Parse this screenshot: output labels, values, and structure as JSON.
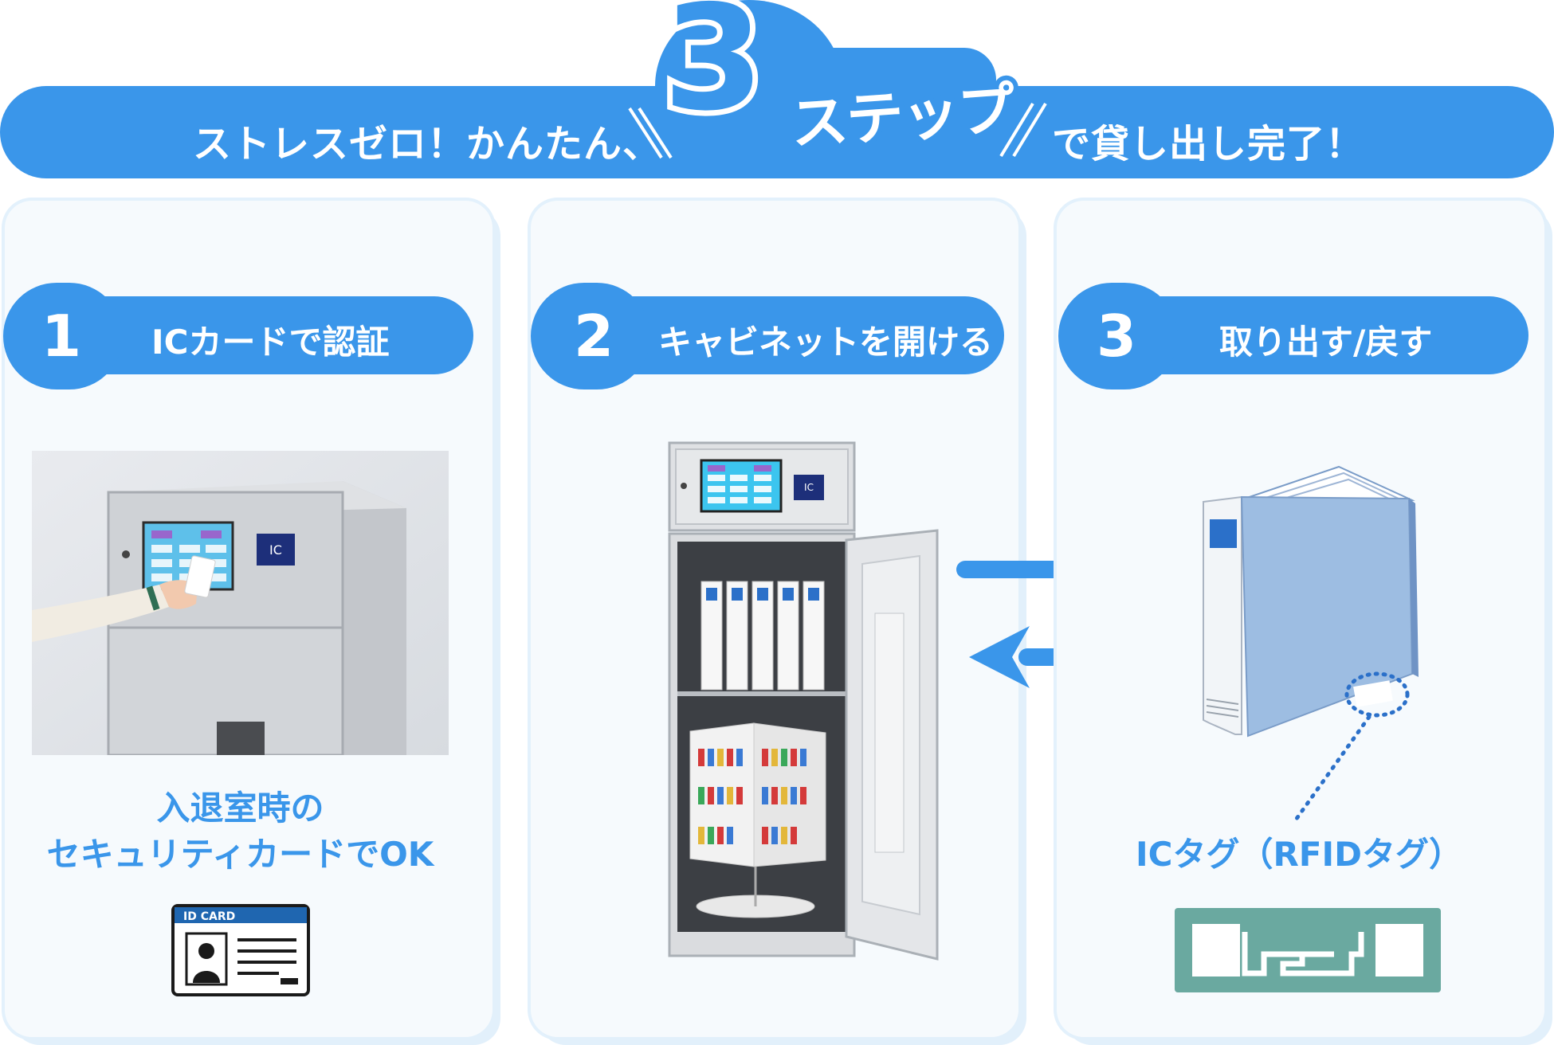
{
  "banner": {
    "left_text": "ストレスゼロ！かんたん、",
    "big_number": "3",
    "step_word": "ステップ",
    "right_text": "で貸し出し完了！"
  },
  "steps": [
    {
      "number": "1",
      "label": "ICカードで認証",
      "caption_line1": "入退室時の",
      "caption_line2": "セキュリティカードでOK",
      "icon_label": "ID CARD"
    },
    {
      "number": "2",
      "label": "キャビネットを開ける"
    },
    {
      "number": "3",
      "label": "取り出す/戻す",
      "caption_line1": "ICタグ（RFIDタグ）"
    }
  ],
  "colors": {
    "accent": "#3a96ea",
    "card_bg": "#f6fafd",
    "rfid_tag": "#6aa9a0"
  }
}
